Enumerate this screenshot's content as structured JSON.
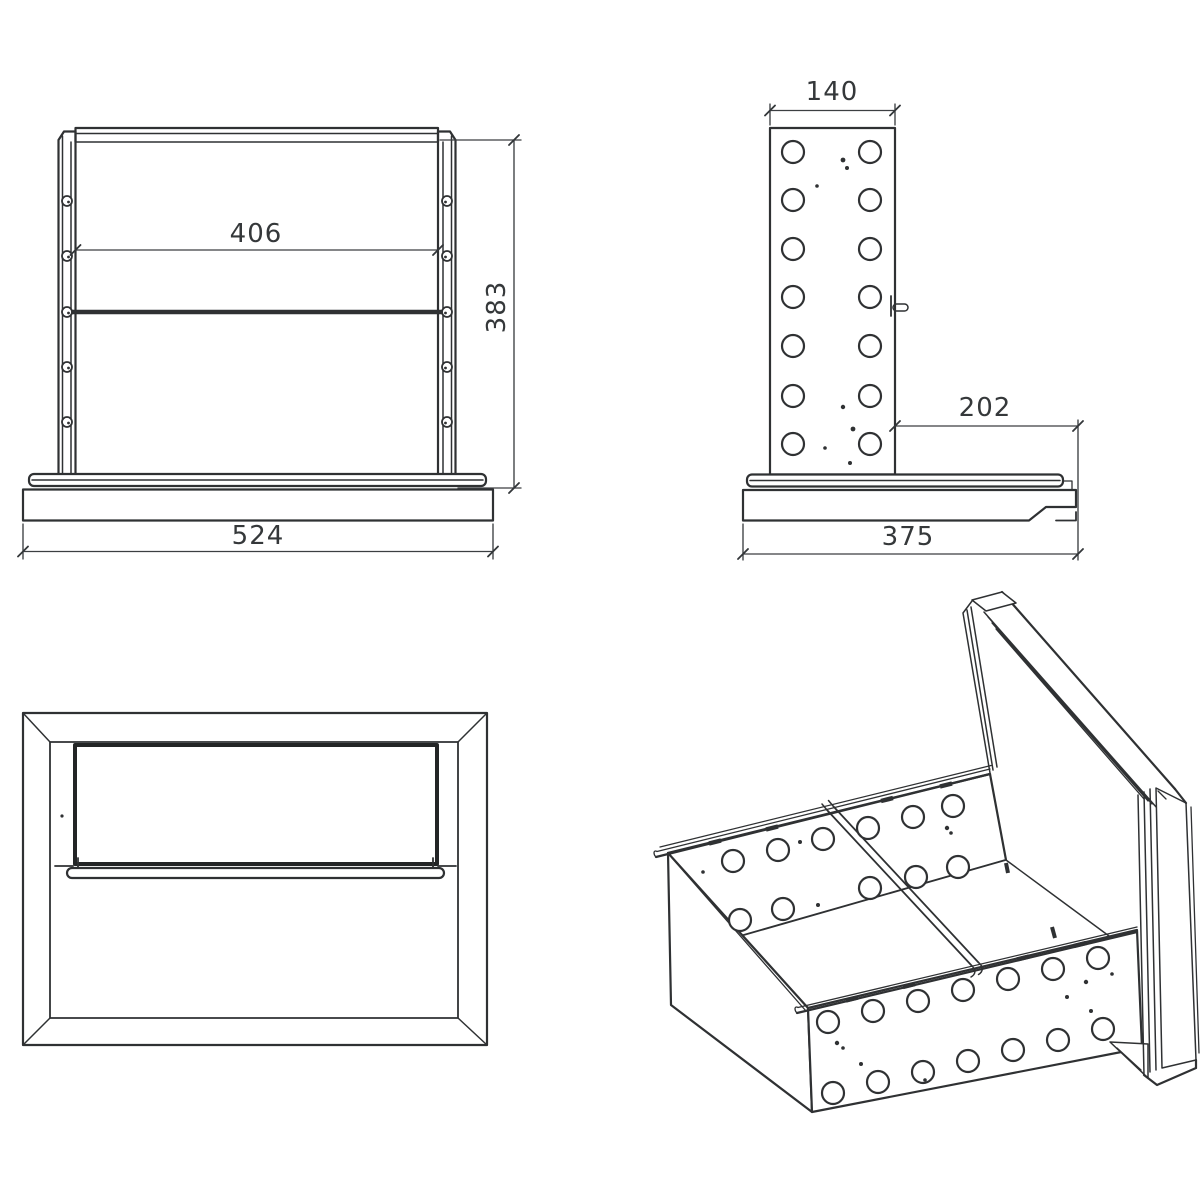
{
  "colors": {
    "background": "#ffffff",
    "line": "#2f3133",
    "text": "#35383a"
  },
  "dimensions": {
    "front_inner_width": "406",
    "front_height": "383",
    "front_base_width": "524",
    "side_top_width": "140",
    "side_rear_depth": "202",
    "side_base_depth": "375"
  }
}
